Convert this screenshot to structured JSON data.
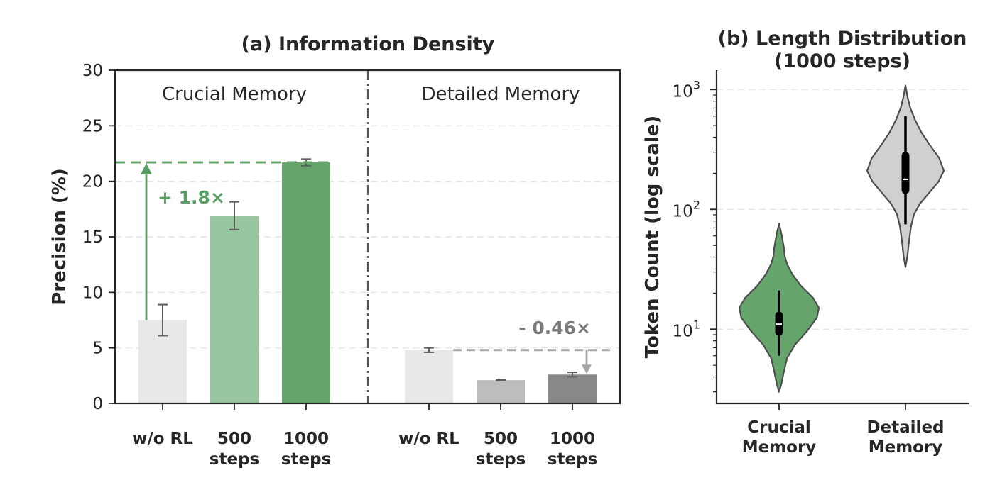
{
  "chart_data": [
    {
      "type": "bar",
      "title": "(a) Information Density",
      "ylabel": "Precision (%)",
      "ylim": [
        0,
        30
      ],
      "yticks": [
        "0",
        "5",
        "10",
        "15",
        "20",
        "25",
        "30"
      ],
      "grid": true,
      "groups": [
        {
          "name": "Crucial Memory",
          "categories": [
            [
              "w/o RL"
            ],
            [
              "500",
              "steps"
            ],
            [
              "1000",
              "steps"
            ]
          ],
          "values": [
            7.5,
            16.9,
            21.7
          ],
          "errors": [
            1.4,
            1.25,
            0.3
          ],
          "colors": [
            "#e8e8e8",
            "#98c69e",
            "#65a56c"
          ],
          "reference_value": 21.7,
          "arrow_from": 7.5,
          "annotation": "+ 1.8×"
        },
        {
          "name": "Detailed Memory",
          "categories": [
            [
              "w/o RL"
            ],
            [
              "500",
              "steps"
            ],
            [
              "1000",
              "steps"
            ]
          ],
          "values": [
            4.8,
            2.1,
            2.6
          ],
          "errors": [
            0.2,
            0.05,
            0.2
          ],
          "colors": [
            "#e8e8e8",
            "#bdbdbd",
            "#888888"
          ],
          "reference_value": 4.8,
          "arrow_to": 2.6,
          "annotation": "- 0.46×"
        }
      ]
    },
    {
      "type": "violin",
      "title": [
        "(b) Length Distribution",
        "(1000 steps)"
      ],
      "ylabel": "Token Count (log scale)",
      "yscale": "log",
      "ylim": [
        2.4,
        1450
      ],
      "yticks": [
        {
          "base": "10",
          "exp": "1",
          "value": 10
        },
        {
          "base": "10",
          "exp": "2",
          "value": 100
        },
        {
          "base": "10",
          "exp": "3",
          "value": 1000
        }
      ],
      "grid": true,
      "series": [
        {
          "categories": [
            "Crucial",
            "Memory"
          ],
          "color": "#65a56c",
          "range": [
            3,
            76
          ],
          "whisker": [
            6,
            21
          ],
          "quartiles": [
            9.5,
            13
          ],
          "median": 11
        },
        {
          "categories": [
            "Detailed",
            "Memory"
          ],
          "color": "#d0d0d0",
          "range": [
            33,
            1080
          ],
          "whisker": [
            75,
            600
          ],
          "quartiles": [
            145,
            280
          ],
          "median": 178
        }
      ]
    }
  ]
}
